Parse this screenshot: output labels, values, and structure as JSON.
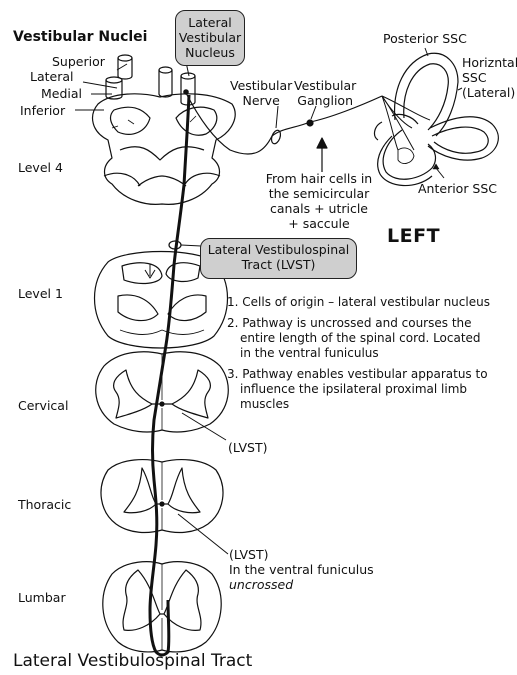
{
  "title": "Vestibular Nuclei",
  "nucleus_labels": {
    "superior": "Superior",
    "lateral": "Lateral",
    "medial": "Medial",
    "inferior": "Inferior"
  },
  "callout_lateral_nucleus": [
    "Lateral",
    "Vestibular",
    "Nucleus"
  ],
  "callout_lvst": [
    "Lateral Vestibulospinal",
    "Tract (LVST)"
  ],
  "vestibular_nerve": [
    "Vestibular",
    "Nerve"
  ],
  "vestibular_ganglion": [
    "Vestibular",
    "Ganglion"
  ],
  "canals": {
    "posterior": "Posterior SSC",
    "horizontal": [
      "Horizntal",
      "SSC",
      "(Lateral)"
    ],
    "anterior": "Anterior SSC"
  },
  "hair_cells": [
    "From hair cells in",
    "the semicircular",
    "canals + utricle",
    "+ saccule"
  ],
  "side_label": "LEFT",
  "levels": {
    "level4": "Level 4",
    "level1": "Level 1",
    "cervical": "Cervical",
    "thoracic": "Thoracic",
    "lumbar": "Lumbar"
  },
  "notes": [
    [
      "1. Cells of origin – lateral vestibular nucleus"
    ],
    [
      "2. Pathway is uncrossed and courses the",
      "entire length of the spinal cord. Located",
      "in the ventral funiculus"
    ],
    [
      "3. Pathway enables vestibular apparatus to",
      "influence the ipsilateral proximal limb",
      "muscles"
    ]
  ],
  "lvst_cervical": "(LVST)",
  "lvst_lumbar": [
    "(LVST)",
    "In the ventral funiculus",
    "uncrossed"
  ],
  "caption": "Lateral Vestibulospinal Tract"
}
